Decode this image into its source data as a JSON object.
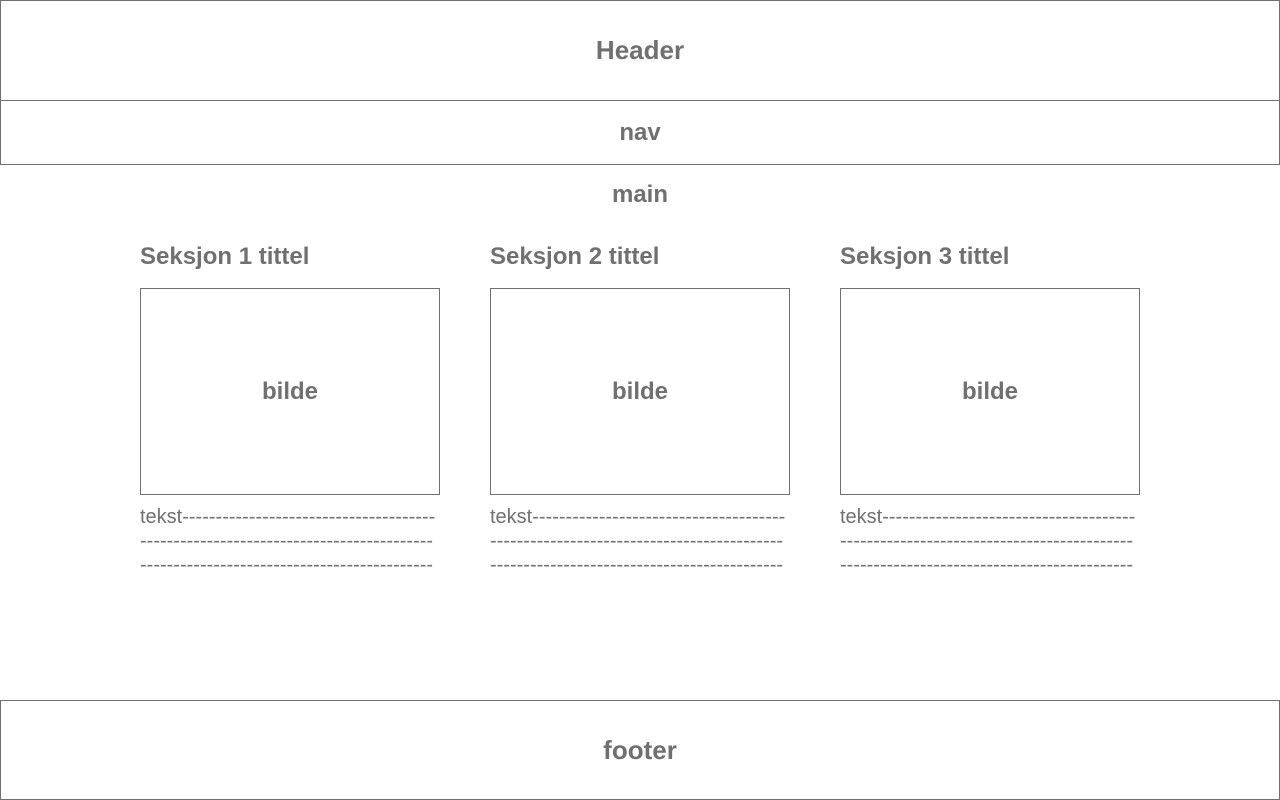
{
  "header": {
    "label": "Header"
  },
  "nav": {
    "label": "nav"
  },
  "main": {
    "label": "main",
    "sections": [
      {
        "title": "Seksjon 1 tittel",
        "image_label": "bilde",
        "text_lines": [
          "tekst--------------------------------------",
          "--------------------------------------------",
          "--------------------------------------------"
        ]
      },
      {
        "title": "Seksjon 2 tittel",
        "image_label": "bilde",
        "text_lines": [
          "tekst--------------------------------------",
          "--------------------------------------------",
          "--------------------------------------------"
        ]
      },
      {
        "title": "Seksjon 3 tittel",
        "image_label": "bilde",
        "text_lines": [
          "tekst--------------------------------------",
          "--------------------------------------------",
          "--------------------------------------------"
        ]
      }
    ]
  },
  "footer": {
    "label": "footer"
  },
  "colors": {
    "stroke": "#707070",
    "background": "#ffffff"
  }
}
